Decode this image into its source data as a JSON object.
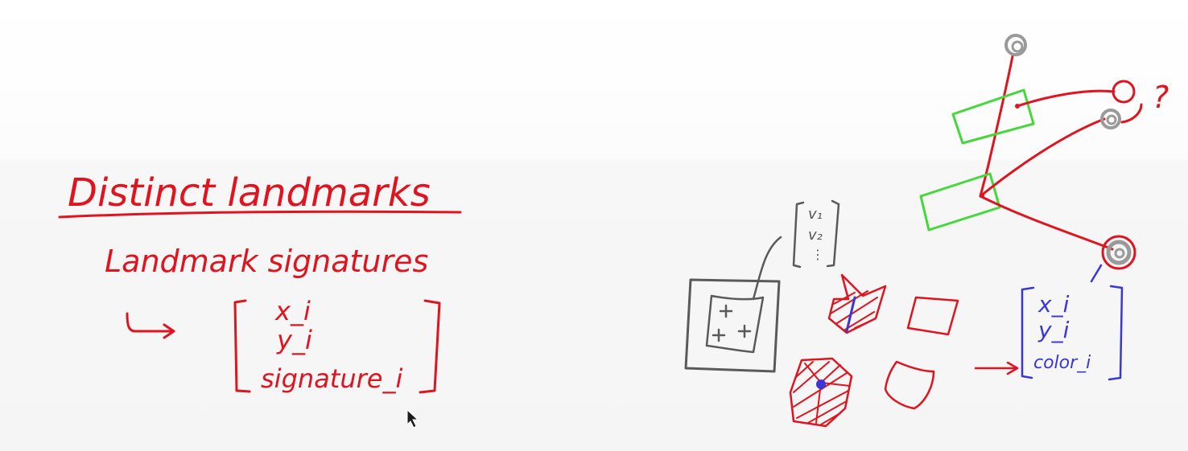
{
  "notes": {
    "title": "Distinct landmarks",
    "subtitle": "Landmark signatures",
    "vector": [
      "x_i",
      "y_i",
      "signature_i"
    ]
  },
  "sketch": {
    "patch_vector": [
      "v₁",
      "v₂",
      "⋮"
    ],
    "landmark_vector": [
      "x_i",
      "y_i",
      "color_i"
    ],
    "question_mark": "?"
  },
  "colors": {
    "red_ink": "#e0141e",
    "blue_ink": "#3a36d8",
    "gray_ink": "#5a5a5a",
    "green_ink": "#45d83a",
    "landmark_gray": "#9a9a9a"
  },
  "icons": {
    "cursor": "mouse-pointer-icon",
    "arrow": "hooked-arrow-icon"
  }
}
